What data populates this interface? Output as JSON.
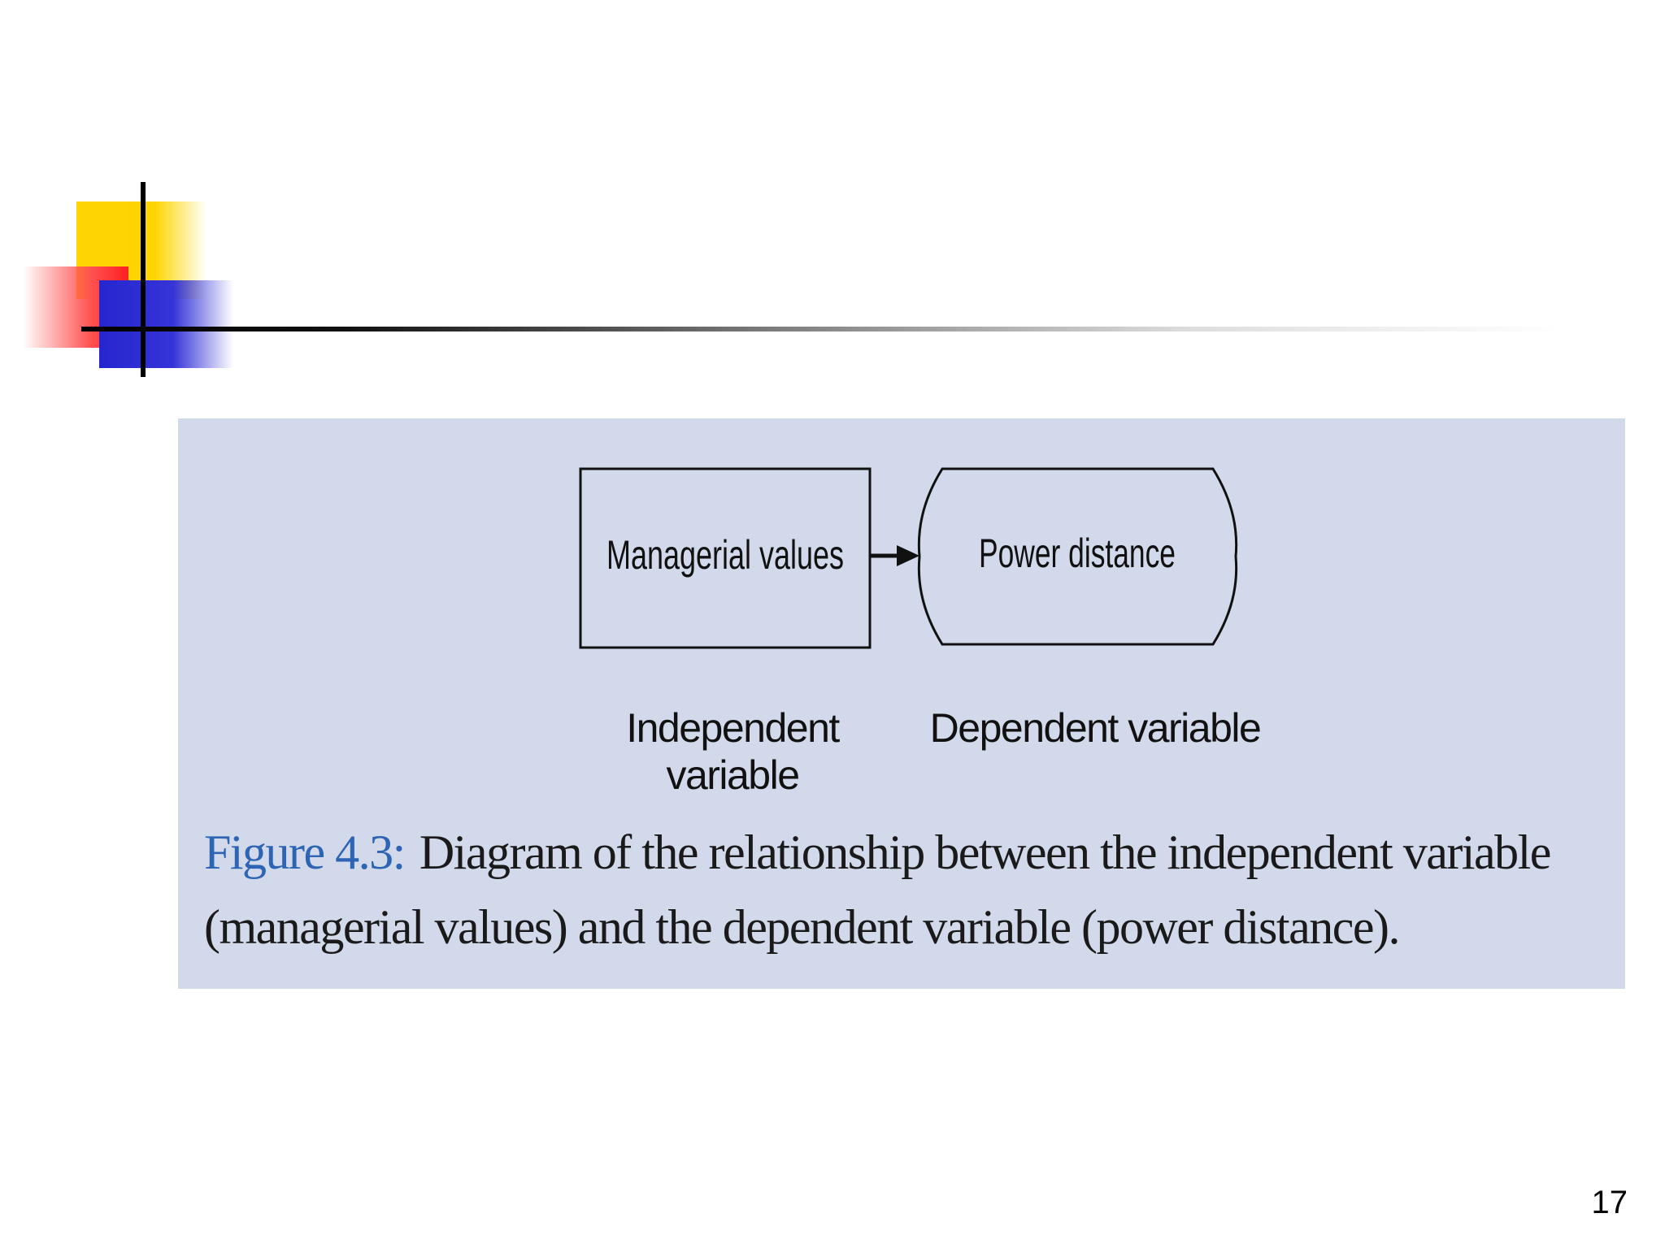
{
  "diagram": {
    "independent_node": "Managerial values",
    "dependent_node": "Power distance",
    "independent_label": "Independent variable",
    "dependent_label": "Dependent variable"
  },
  "caption": {
    "label": "Figure 4.3:",
    "text": "Diagram of the relationship between the independent variable (managerial values) and the dependent variable (power distance)."
  },
  "slide": {
    "page_number": "17"
  },
  "colors": {
    "panel_background": "#d1d9ea",
    "caption_label": "#2d64b4",
    "ornament_yellow": "#ffd400",
    "ornament_red": "#ff2020",
    "ornament_blue": "#2626d0"
  }
}
